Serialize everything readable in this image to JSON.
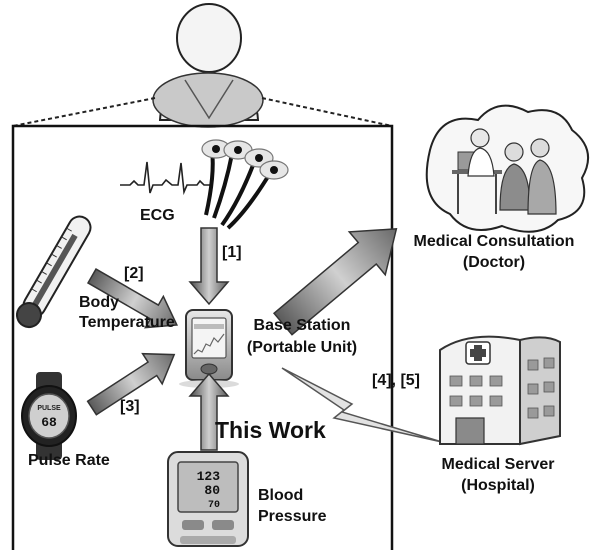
{
  "labels": {
    "ecg": "ECG",
    "body_temperature_1": "Body",
    "body_temperature_2": "Temperature",
    "pulse_rate": "Pulse Rate",
    "blood_pressure_1": "Blood",
    "blood_pressure_2": "Pressure",
    "base_station_1": "Base Station",
    "base_station_2": "(Portable Unit)",
    "medical_consultation_1": "Medical Consultation",
    "medical_consultation_2": "(Doctor)",
    "medical_server_1": "Medical Server",
    "medical_server_2": "(Hospital)",
    "this_work": "This Work"
  },
  "refs": {
    "ecg_link": "[1]",
    "temperature_link": "[2]",
    "pulse_link": "[3]",
    "server_link": "[4], [5]"
  },
  "device_readouts": {
    "watch_top": "PULSE",
    "watch_value": "68",
    "bp_sys": "123",
    "bp_dia": "80",
    "bp_pulse": "70"
  }
}
